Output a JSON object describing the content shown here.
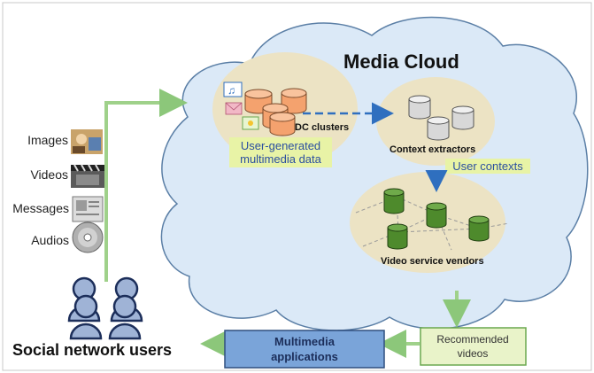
{
  "cloud": {
    "title": "Media Cloud"
  },
  "clusters": {
    "dc": {
      "label": "DC clusters",
      "data_label_line1": "User-generated",
      "data_label_line2": "multimedia data"
    },
    "context": {
      "label": "Context extractors",
      "tag": "User contexts"
    },
    "vendors": {
      "label": "Video service vendors"
    }
  },
  "media_types": [
    {
      "label": "Images",
      "icon": "images-icon"
    },
    {
      "label": "Videos",
      "icon": "video-icon"
    },
    {
      "label": "Messages",
      "icon": "messages-icon"
    },
    {
      "label": "Audios",
      "icon": "audio-disc-icon"
    }
  ],
  "users": {
    "label": "Social network users"
  },
  "apps": {
    "line1": "Multimedia",
    "line2": "applications"
  },
  "recommended": {
    "line1": "Recommended",
    "line2": "videos"
  },
  "colors": {
    "cloud_fill": "#dbe9f7",
    "cloud_stroke": "#5b7fa6",
    "cluster_fill": "#ece3c4",
    "orange_db": "#f4a26e",
    "gray_db": "#d8d8d8",
    "green_db": "#4e8a2c",
    "arrow_green": "#9fd18a",
    "arrow_blue": "#2f6fbf",
    "apps_fill": "#7aa4d9",
    "recommended_fill": "#e9f3c9"
  }
}
